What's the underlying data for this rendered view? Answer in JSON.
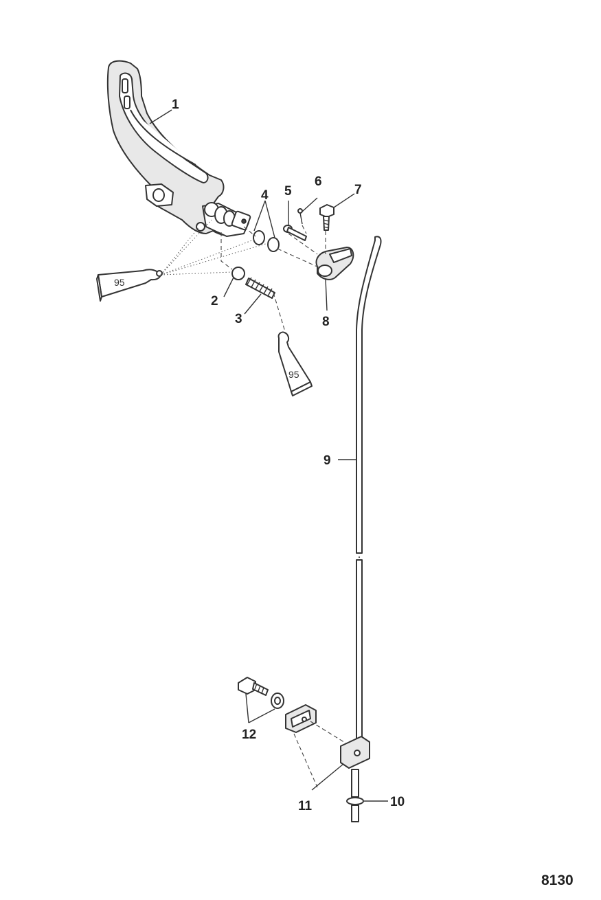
{
  "callouts": [
    "1",
    "2",
    "3",
    "4",
    "5",
    "6",
    "7",
    "8",
    "9",
    "10",
    "11",
    "12"
  ],
  "lubricant_tubes": [
    "95",
    "95"
  ],
  "figure_id": "8130"
}
